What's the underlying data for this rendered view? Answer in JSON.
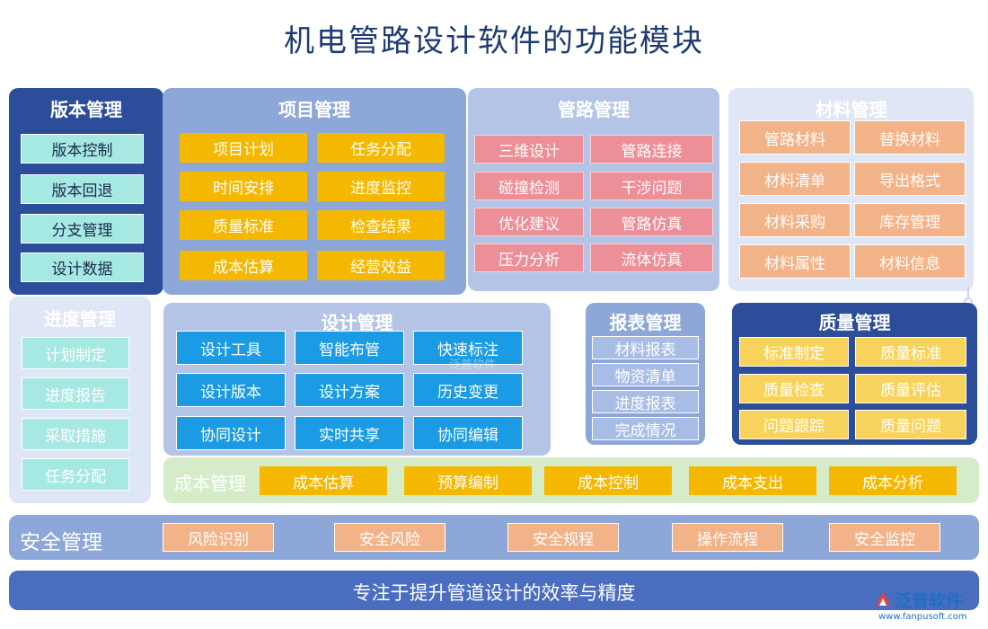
{
  "title": "机电管路设计软件的功能模块",
  "version": {
    "title": "版本管理",
    "items": [
      "版本控制",
      "版本回退",
      "分支管理",
      "设计数据"
    ]
  },
  "project": {
    "title": "项目管理",
    "items": [
      "项目计划",
      "任务分配",
      "时间安排",
      "进度监控",
      "质量标准",
      "检查结果",
      "成本估算",
      "经营效益"
    ]
  },
  "pipe": {
    "title": "管路管理",
    "items": [
      "三维设计",
      "管路连接",
      "碰撞检测",
      "干涉问题",
      "优化建议",
      "管路仿真",
      "压力分析",
      "流体仿真"
    ]
  },
  "material": {
    "title": "材料管理",
    "items": [
      "管路材料",
      "替换材料",
      "材料清单",
      "导出格式",
      "材料采购",
      "库存管理",
      "材料属性",
      "材料信息"
    ]
  },
  "progress": {
    "title": "进度管理",
    "items": [
      "计划制定",
      "进度报告",
      "采取措施",
      "任务分配"
    ]
  },
  "design": {
    "title": "设计管理",
    "items": [
      "设计工具",
      "智能布管",
      "快速标注",
      "设计版本",
      "设计方案",
      "历史变更",
      "协同设计",
      "实时共享",
      "协同编辑"
    ]
  },
  "report": {
    "title": "报表管理",
    "items": [
      "材料报表",
      "物资清单",
      "进度报表",
      "完成情况"
    ]
  },
  "quality": {
    "title": "质量管理",
    "items": [
      "标准制定",
      "质量标准",
      "质量检查",
      "质量评估",
      "问题跟踪",
      "质量问题"
    ]
  },
  "cost": {
    "title": "成本管理",
    "items": [
      "成本估算",
      "预算编制",
      "成本控制",
      "成本支出",
      "成本分析"
    ]
  },
  "safety": {
    "title": "安全管理",
    "items": [
      "风险识别",
      "安全风险",
      "安全规程",
      "操作流程",
      "安全监控"
    ]
  },
  "footer": {
    "slogan": "专注于提升管道设计的效率与精度"
  },
  "logo": {
    "name": "泛普软件",
    "url": "www.fanpusoft.com"
  },
  "watermark": "泛普软件"
}
